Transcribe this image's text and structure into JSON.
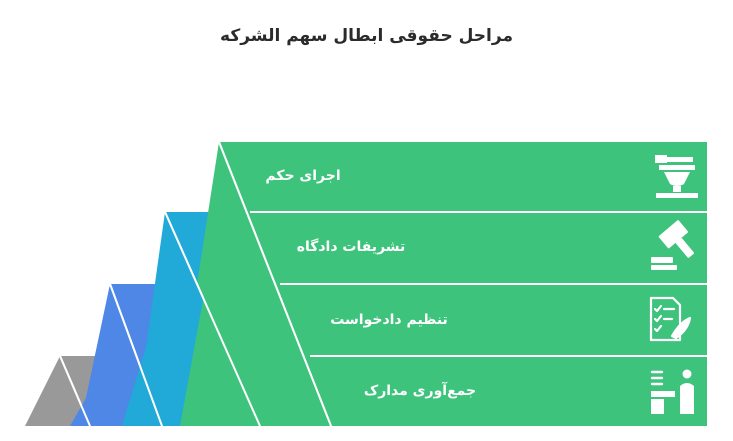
{
  "title": "مراحل حقوقی ابطال سهم الشرکه",
  "steps": [
    {
      "label": "اجرای حکم",
      "color": "#3EC37D",
      "icon": "scales-of-justice-icon"
    },
    {
      "label": "تشریفات دادگاه",
      "color": "#21A9D8",
      "icon": "gavel-icon"
    },
    {
      "label": "تنظیم دادخواست",
      "color": "#4E87E6",
      "icon": "checklist-document-icon"
    },
    {
      "label": "جمع‌آوری مدارک",
      "color": "#999999",
      "icon": "person-at-desk-icon"
    }
  ]
}
